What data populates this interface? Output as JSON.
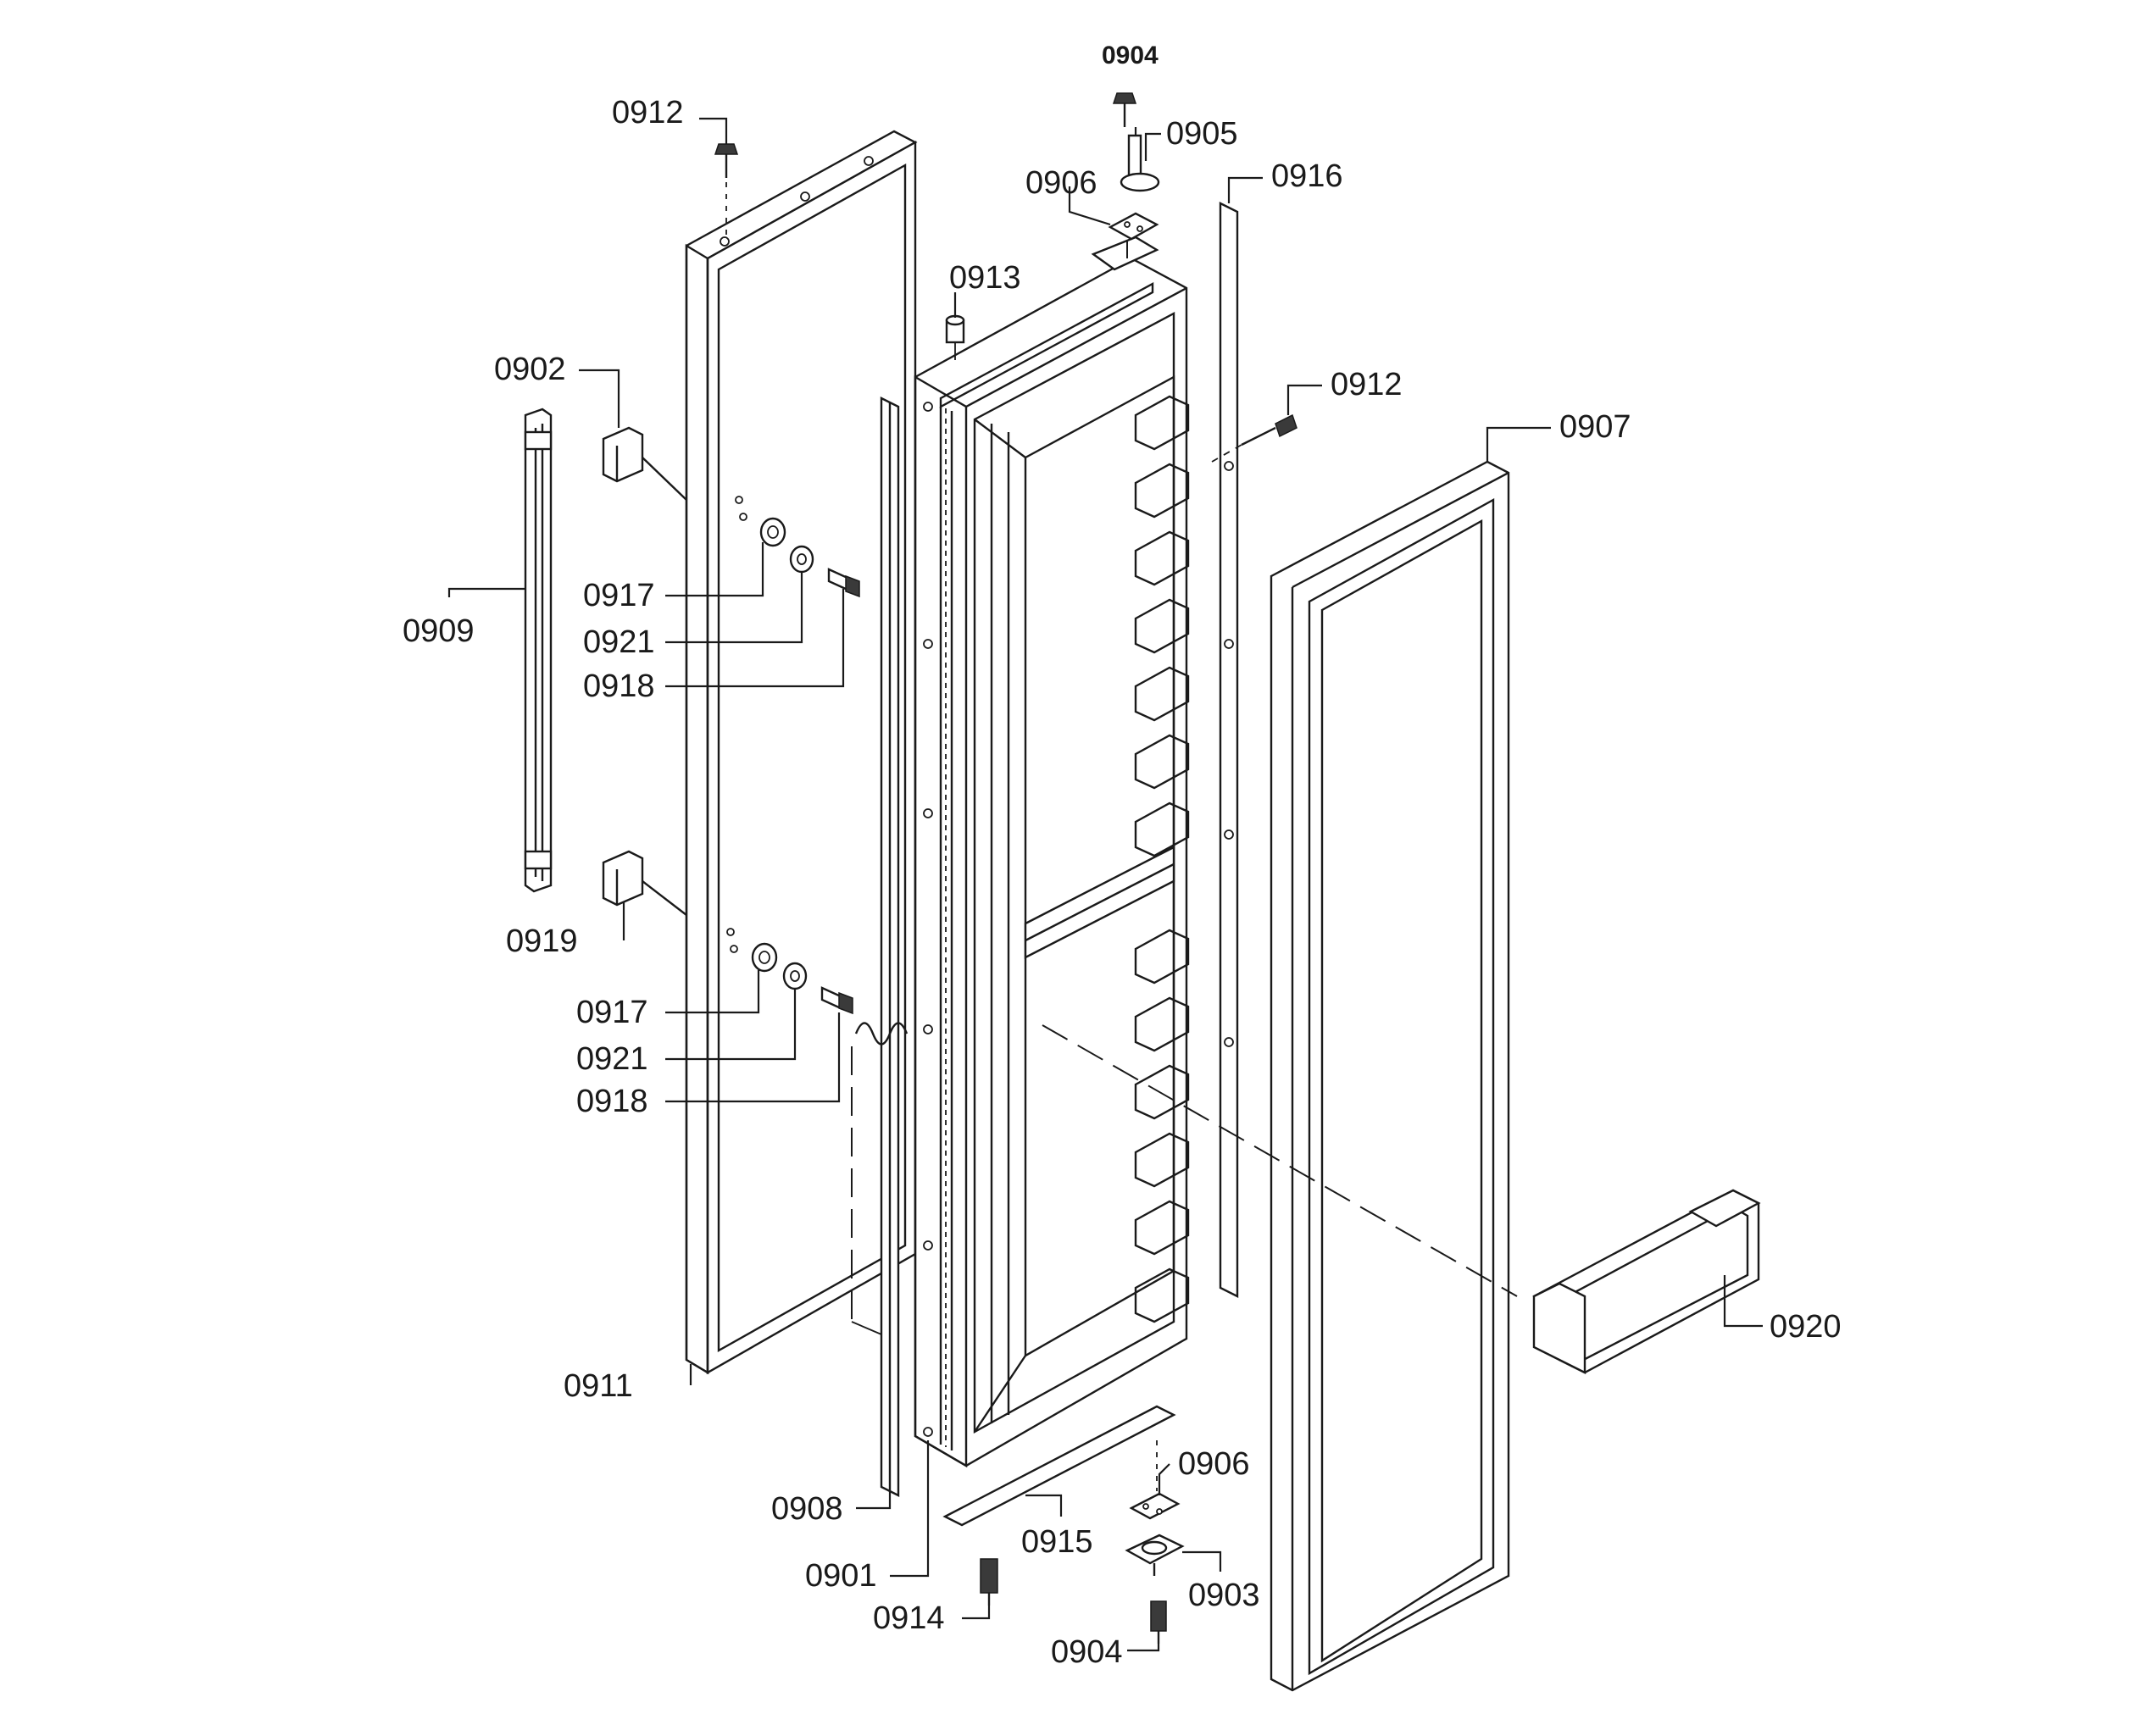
{
  "diagram": {
    "part_labels": {
      "p0912_top": "0912",
      "p0904_top": "0904",
      "p0905": "0905",
      "p0906_top": "0906",
      "p0916": "0916",
      "p0913": "0913",
      "p0912_right": "0912",
      "p0907": "0907",
      "p0902": "0902",
      "p0909": "0909",
      "p0917_upper": "0917",
      "p0921_upper": "0921",
      "p0918_upper": "0918",
      "p0919": "0919",
      "p0917_lower": "0917",
      "p0921_lower": "0921",
      "p0918_lower": "0918",
      "p0911": "0911",
      "p0920": "0920",
      "p0906_bottom": "0906",
      "p0908": "0908",
      "p0915": "0915",
      "p0901": "0901",
      "p0903": "0903",
      "p0914": "0914",
      "p0904_bottom": "0904"
    }
  }
}
